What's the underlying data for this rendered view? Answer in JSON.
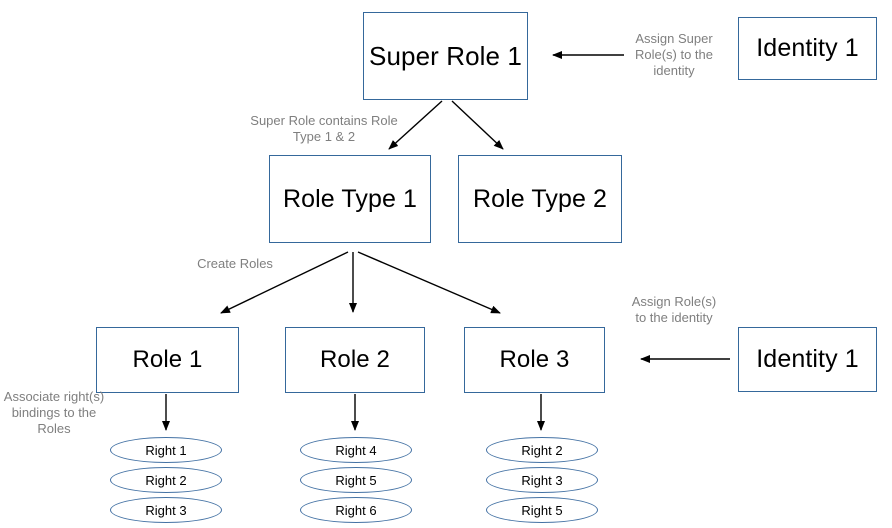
{
  "diagram": {
    "title_nodes": {
      "super_role": "Super Role 1",
      "role_type_1": "Role Type 1",
      "role_type_2": "Role Type 2",
      "role_1": "Role 1",
      "role_2": "Role 2",
      "role_3": "Role 3",
      "identity_top": "Identity 1",
      "identity_bottom": "Identity 1"
    },
    "annotations": {
      "assign_super_role": "Assign Super Role(s) to the identity",
      "super_role_contains": "Super Role contains Role Type 1 & 2",
      "create_roles": "Create Roles",
      "assign_roles": "Assign Role(s) to the identity",
      "associate_rights": "Associate right(s) bindings to the Roles"
    },
    "rights_columns": [
      {
        "parent": "Role 1",
        "rights": [
          "Right 1",
          "Right 2",
          "Right 3"
        ]
      },
      {
        "parent": "Role 2",
        "rights": [
          "Right 4",
          "Right 5",
          "Right 6"
        ]
      },
      {
        "parent": "Role 3",
        "rights": [
          "Right 2",
          "Right 3",
          "Right 5"
        ]
      }
    ],
    "colors": {
      "box_border": "#35689B",
      "ellipse_border": "#4472A4",
      "annotation_text": "#7F7F7F",
      "node_text": "#000000",
      "arrow": "#000000",
      "background": "#FFFFFF"
    }
  }
}
